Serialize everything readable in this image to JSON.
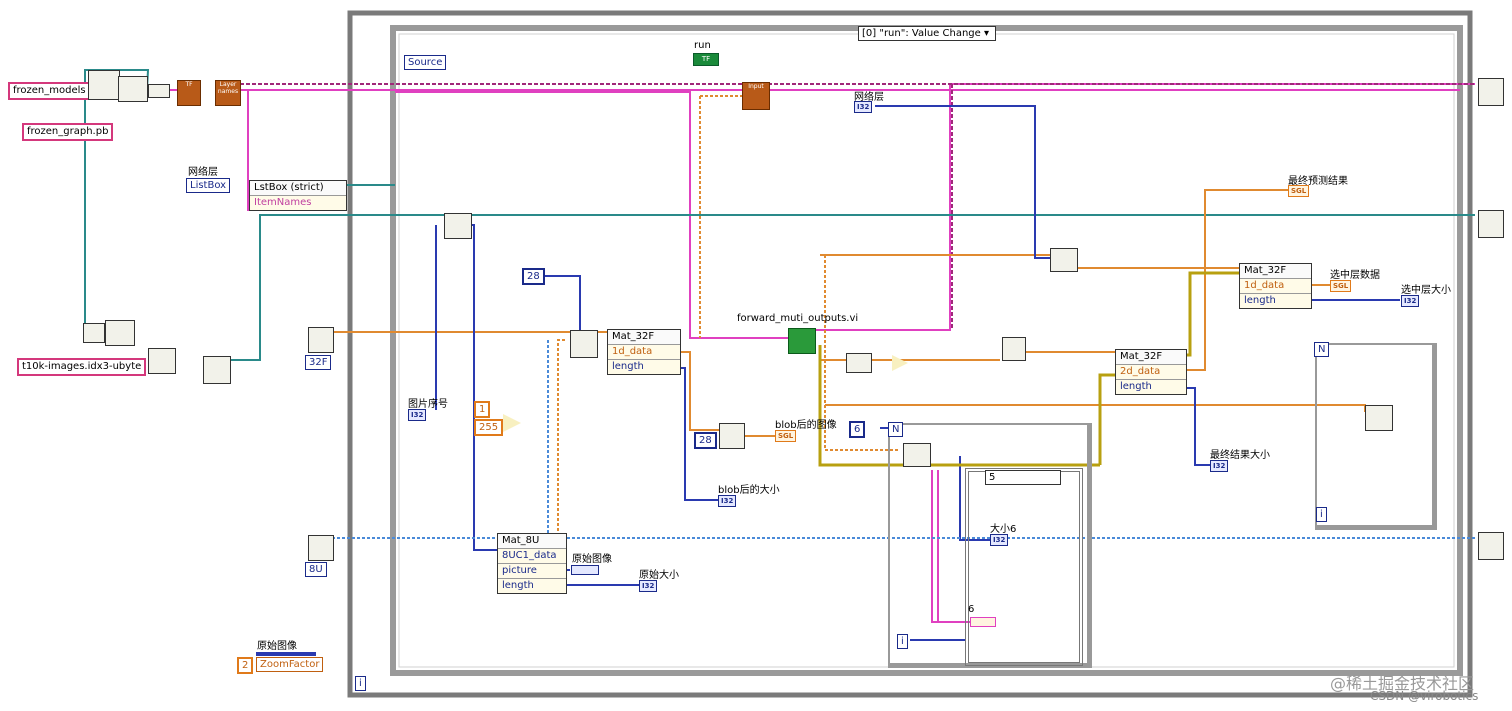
{
  "structure": {
    "event_selector": "[0] \"run\": Value Change",
    "loop_iteration": "i",
    "inner_iteration": "i"
  },
  "constants": {
    "frozen_models": "frozen_models",
    "frozen_graph": "frozen_graph.pb",
    "images_file": "t10k-images.idx3-ubyte",
    "num_28_top": "28",
    "num_28_mid": "28",
    "num_1": "1",
    "num_255": "255",
    "num_6": "6",
    "num_2": "2",
    "selector_5": "5",
    "n_label": "N",
    "n_label2": "N",
    "i_label": "i",
    "type_32f": "32F",
    "type_8u": "8U"
  },
  "labels": {
    "source": "Source",
    "run": "run",
    "run_tf": "TF",
    "wangluoceng_left": "网络层",
    "wangluoceng_mid": "网络层",
    "listbox": "ListBox",
    "lstbox_strict": "LstBox (strict)",
    "itemnames": "ItemNames",
    "tupian_xuhao": "图片序号",
    "forward_vi": "forward_muti_outputs.vi",
    "blob_image": "blob后的图像",
    "blob_size": "blob后的大小",
    "original_image": "原始图像",
    "original_size": "原始大小",
    "original_image_ctrl": "原始图像",
    "zoomfactor": "ZoomFactor",
    "final_result": "最终预测结果",
    "selected_layer_data": "选中层数据",
    "selected_layer_size": "选中层大小",
    "final_result_size": "最终结果大小",
    "size6": "大小6",
    "six": "6",
    "input_label": "Input",
    "layer_names": "Layer names",
    "tf_icon": "TF"
  },
  "nodes": {
    "mat32f_a": {
      "title": "Mat_32F",
      "rows": [
        "1d_data",
        "length"
      ]
    },
    "mat32f_b": {
      "title": "Mat_32F",
      "rows": [
        "2d_data",
        "length"
      ]
    },
    "mat32f_c": {
      "title": "Mat_32F",
      "rows": [
        "1d_data",
        "length"
      ]
    },
    "mat8u": {
      "title": "Mat_8U",
      "rows": [
        "8UC1_data",
        "picture",
        "length"
      ]
    }
  },
  "indicators": {
    "i32": "I32",
    "sgl": "SGL"
  },
  "watermark": {
    "line1": "@稀土掘金技术社区",
    "line2": "CSDN @virobotics"
  },
  "colors": {
    "string_wire": "#e040c0",
    "float_wire": "#e08a30",
    "int_wire": "#2a3ab0",
    "refnum_wire": "#2a8a8a",
    "error_wire": "#c8a000",
    "event_border": "#888888"
  }
}
